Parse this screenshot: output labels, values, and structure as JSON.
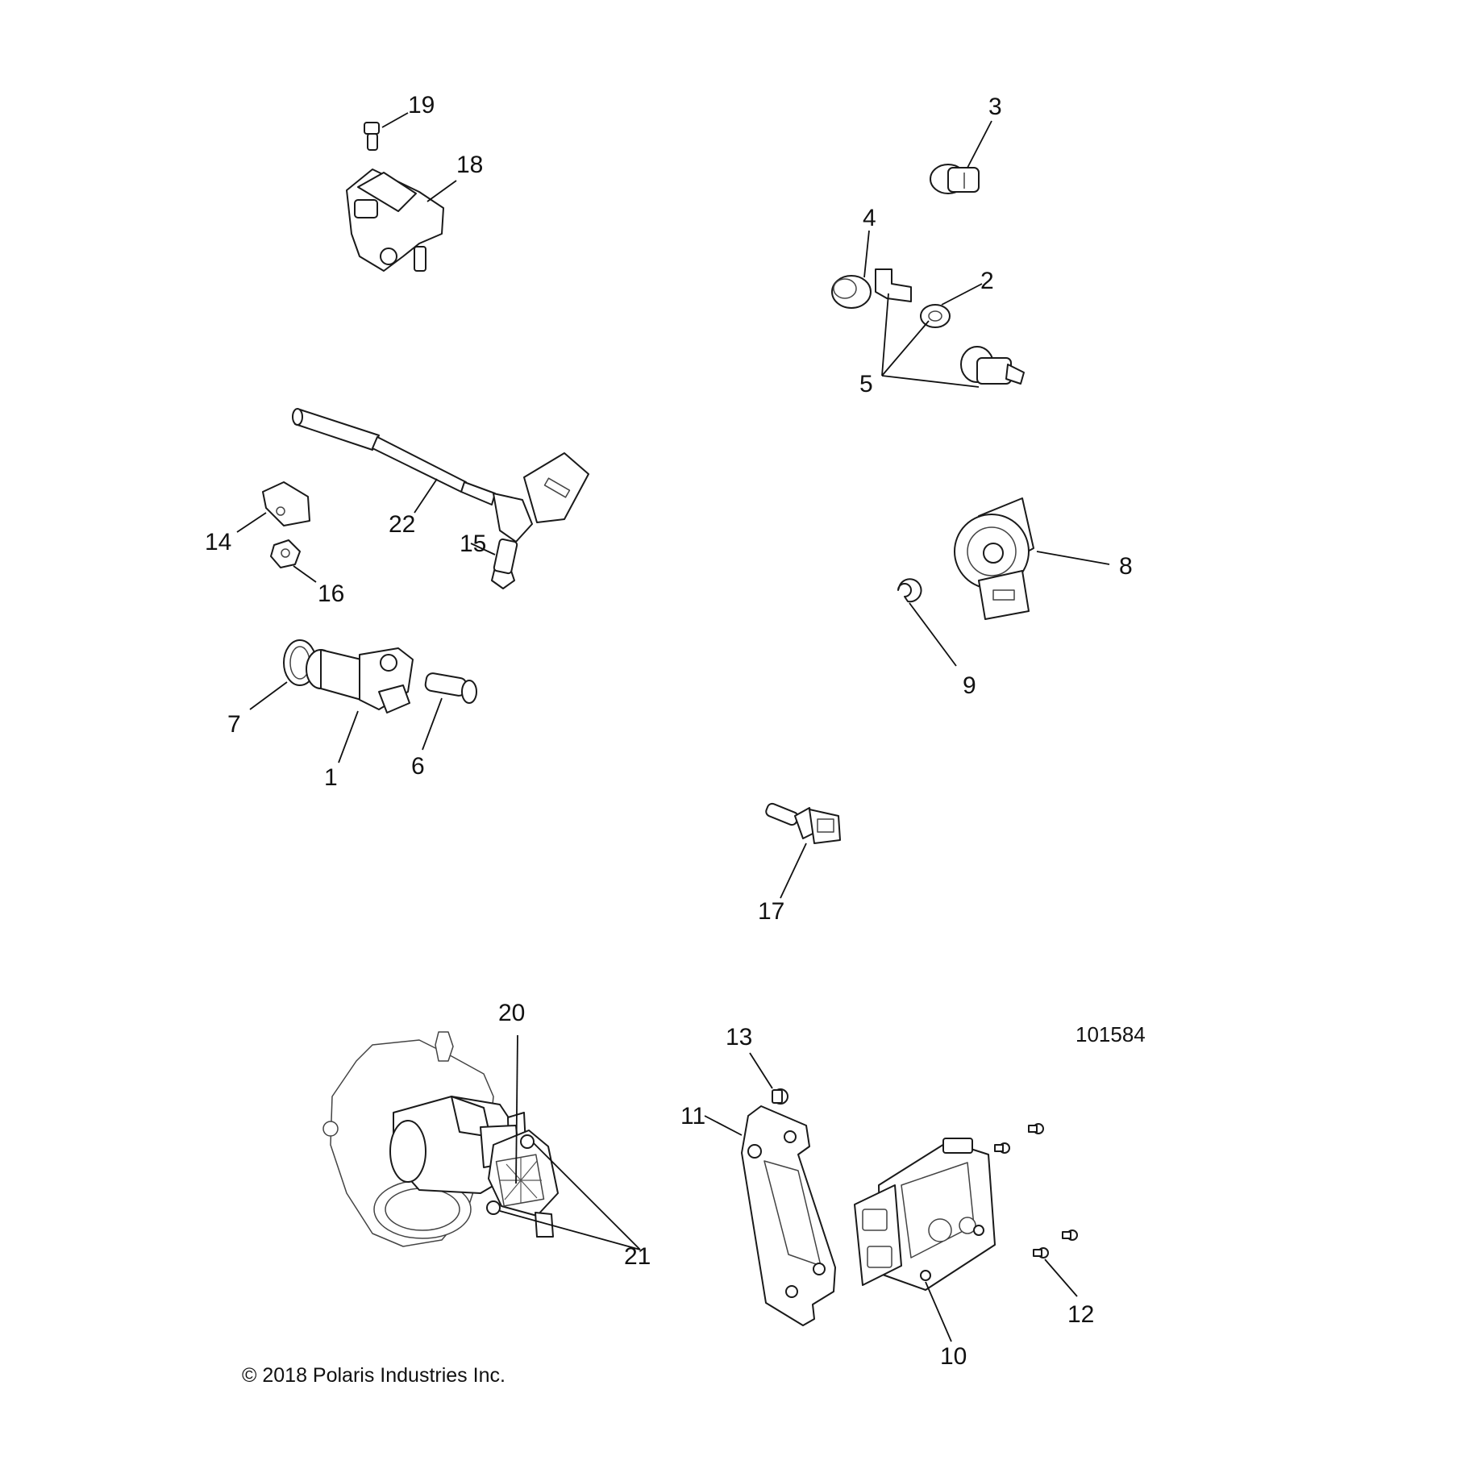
{
  "diagram": {
    "reference_number": "101584",
    "copyright": "© 2018 Polaris Industries Inc.",
    "callouts": {
      "c1": "1",
      "c2": "2",
      "c3": "3",
      "c4": "4",
      "c5": "5",
      "c6": "6",
      "c7": "7",
      "c8": "8",
      "c9": "9",
      "c10": "10",
      "c11": "11",
      "c12": "12",
      "c13": "13",
      "c14": "14",
      "c15": "15",
      "c16": "16",
      "c17": "17",
      "c18": "18",
      "c19": "19",
      "c20": "20",
      "c21": "21",
      "c22": "22"
    }
  }
}
